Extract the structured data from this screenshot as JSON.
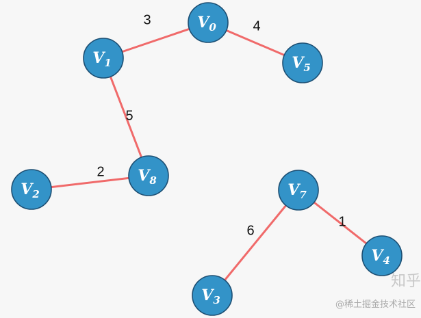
{
  "colors": {
    "background": "#f7f7f7",
    "node_fill": "#3393c8",
    "node_border": "#1d4f73",
    "edge": "#f06a6a",
    "label": "#ffffff"
  },
  "nodes": [
    {
      "id": "V0",
      "base": "V",
      "sub": "0"
    },
    {
      "id": "V1",
      "base": "V",
      "sub": "1"
    },
    {
      "id": "V5",
      "base": "V",
      "sub": "5"
    },
    {
      "id": "V8",
      "base": "V",
      "sub": "8"
    },
    {
      "id": "V2",
      "base": "V",
      "sub": "2"
    },
    {
      "id": "V7",
      "base": "V",
      "sub": "7"
    },
    {
      "id": "V4",
      "base": "V",
      "sub": "4"
    },
    {
      "id": "V3",
      "base": "V",
      "sub": "3"
    }
  ],
  "edges": [
    {
      "from": "V1",
      "to": "V0",
      "weight": "3"
    },
    {
      "from": "V0",
      "to": "V5",
      "weight": "4"
    },
    {
      "from": "V1",
      "to": "V8",
      "weight": "5"
    },
    {
      "from": "V2",
      "to": "V8",
      "weight": "2"
    },
    {
      "from": "V7",
      "to": "V3",
      "weight": "6"
    },
    {
      "from": "V7",
      "to": "V4",
      "weight": "1"
    }
  ],
  "watermark": {
    "site": "知乎",
    "text": "@稀土掘金技术社区"
  }
}
